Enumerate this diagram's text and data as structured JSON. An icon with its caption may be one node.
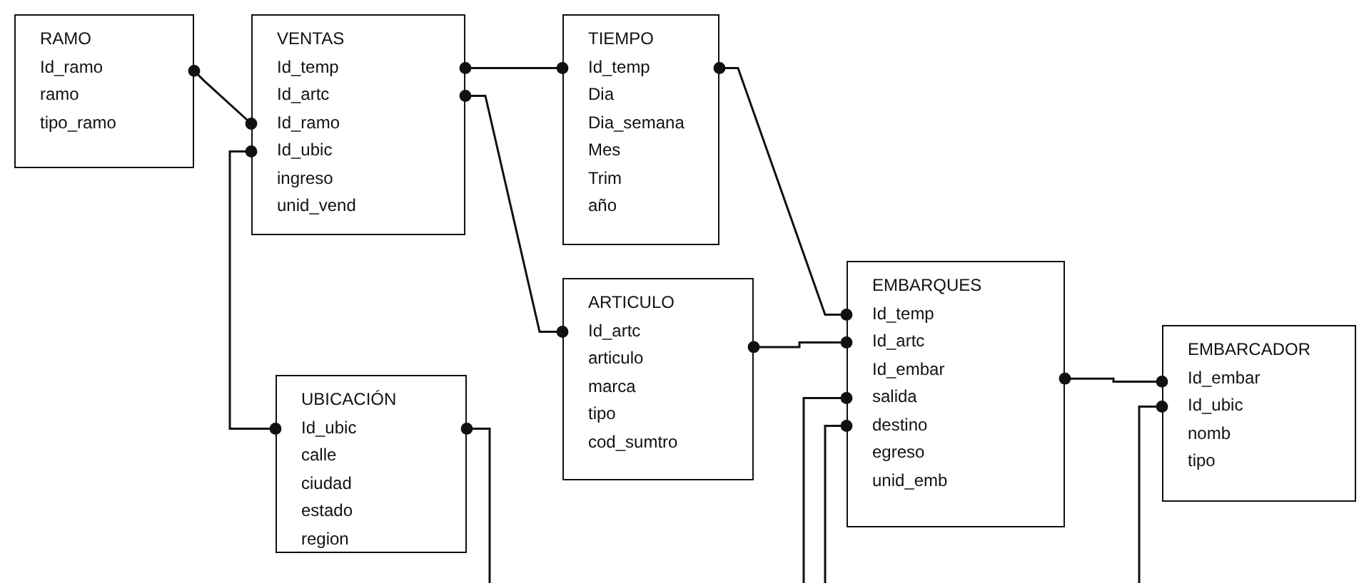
{
  "diagram": {
    "nodes": [
      {
        "text": [
          "RAMO",
          "Id_ramo",
          "ramo",
          "tipo_ramo"
        ]
      },
      {
        "text": [
          "VENTAS",
          "Id_temp",
          "Id_artc",
          "Id_ramo",
          "Id_ubic",
          "ingreso",
          "unid_vend"
        ]
      },
      {
        "text": [
          "TIEMPO",
          "Id_temp",
          "Dia",
          "Dia_semana",
          "Mes",
          "Trim",
          "año"
        ]
      },
      {
        "text": [
          "ARTICULO",
          "Id_artc",
          "articulo",
          "marca",
          "tipo",
          "cod_sumtro"
        ]
      },
      {
        "text": [
          "UBICACIÓN",
          "Id_ubic",
          "calle",
          "ciudad",
          "estado",
          "region"
        ]
      },
      {
        "text": [
          "EMBARQUES",
          "Id_temp",
          "Id_artc",
          "Id_embar",
          "salida",
          "destino",
          "egreso",
          "unid_emb"
        ]
      },
      {
        "text": [
          "EMBARCADOR",
          "Id_embar",
          "Id_ubic",
          "nomb",
          "tipo"
        ]
      }
    ],
    "edges": [
      {
        "from": 0,
        "to": 1,
        "arrow": "other"
      },
      {
        "from": 1,
        "to": 2,
        "arrow": "other"
      },
      {
        "from": 1,
        "to": 3,
        "arrow": "other"
      },
      {
        "from": 1,
        "to": 4,
        "arrow": "other"
      },
      {
        "from": 2,
        "to": 5,
        "arrow": "other"
      },
      {
        "from": 3,
        "to": 5,
        "arrow": "other"
      },
      {
        "from": 5,
        "to": 6,
        "arrow": "other"
      },
      {
        "from": 4,
        "to": null,
        "arrow": "other"
      },
      {
        "from": 5,
        "to": null,
        "arrow": "other"
      },
      {
        "from": 5,
        "to": null,
        "arrow": "other"
      },
      {
        "from": 6,
        "to": null,
        "arrow": "other"
      }
    ]
  }
}
